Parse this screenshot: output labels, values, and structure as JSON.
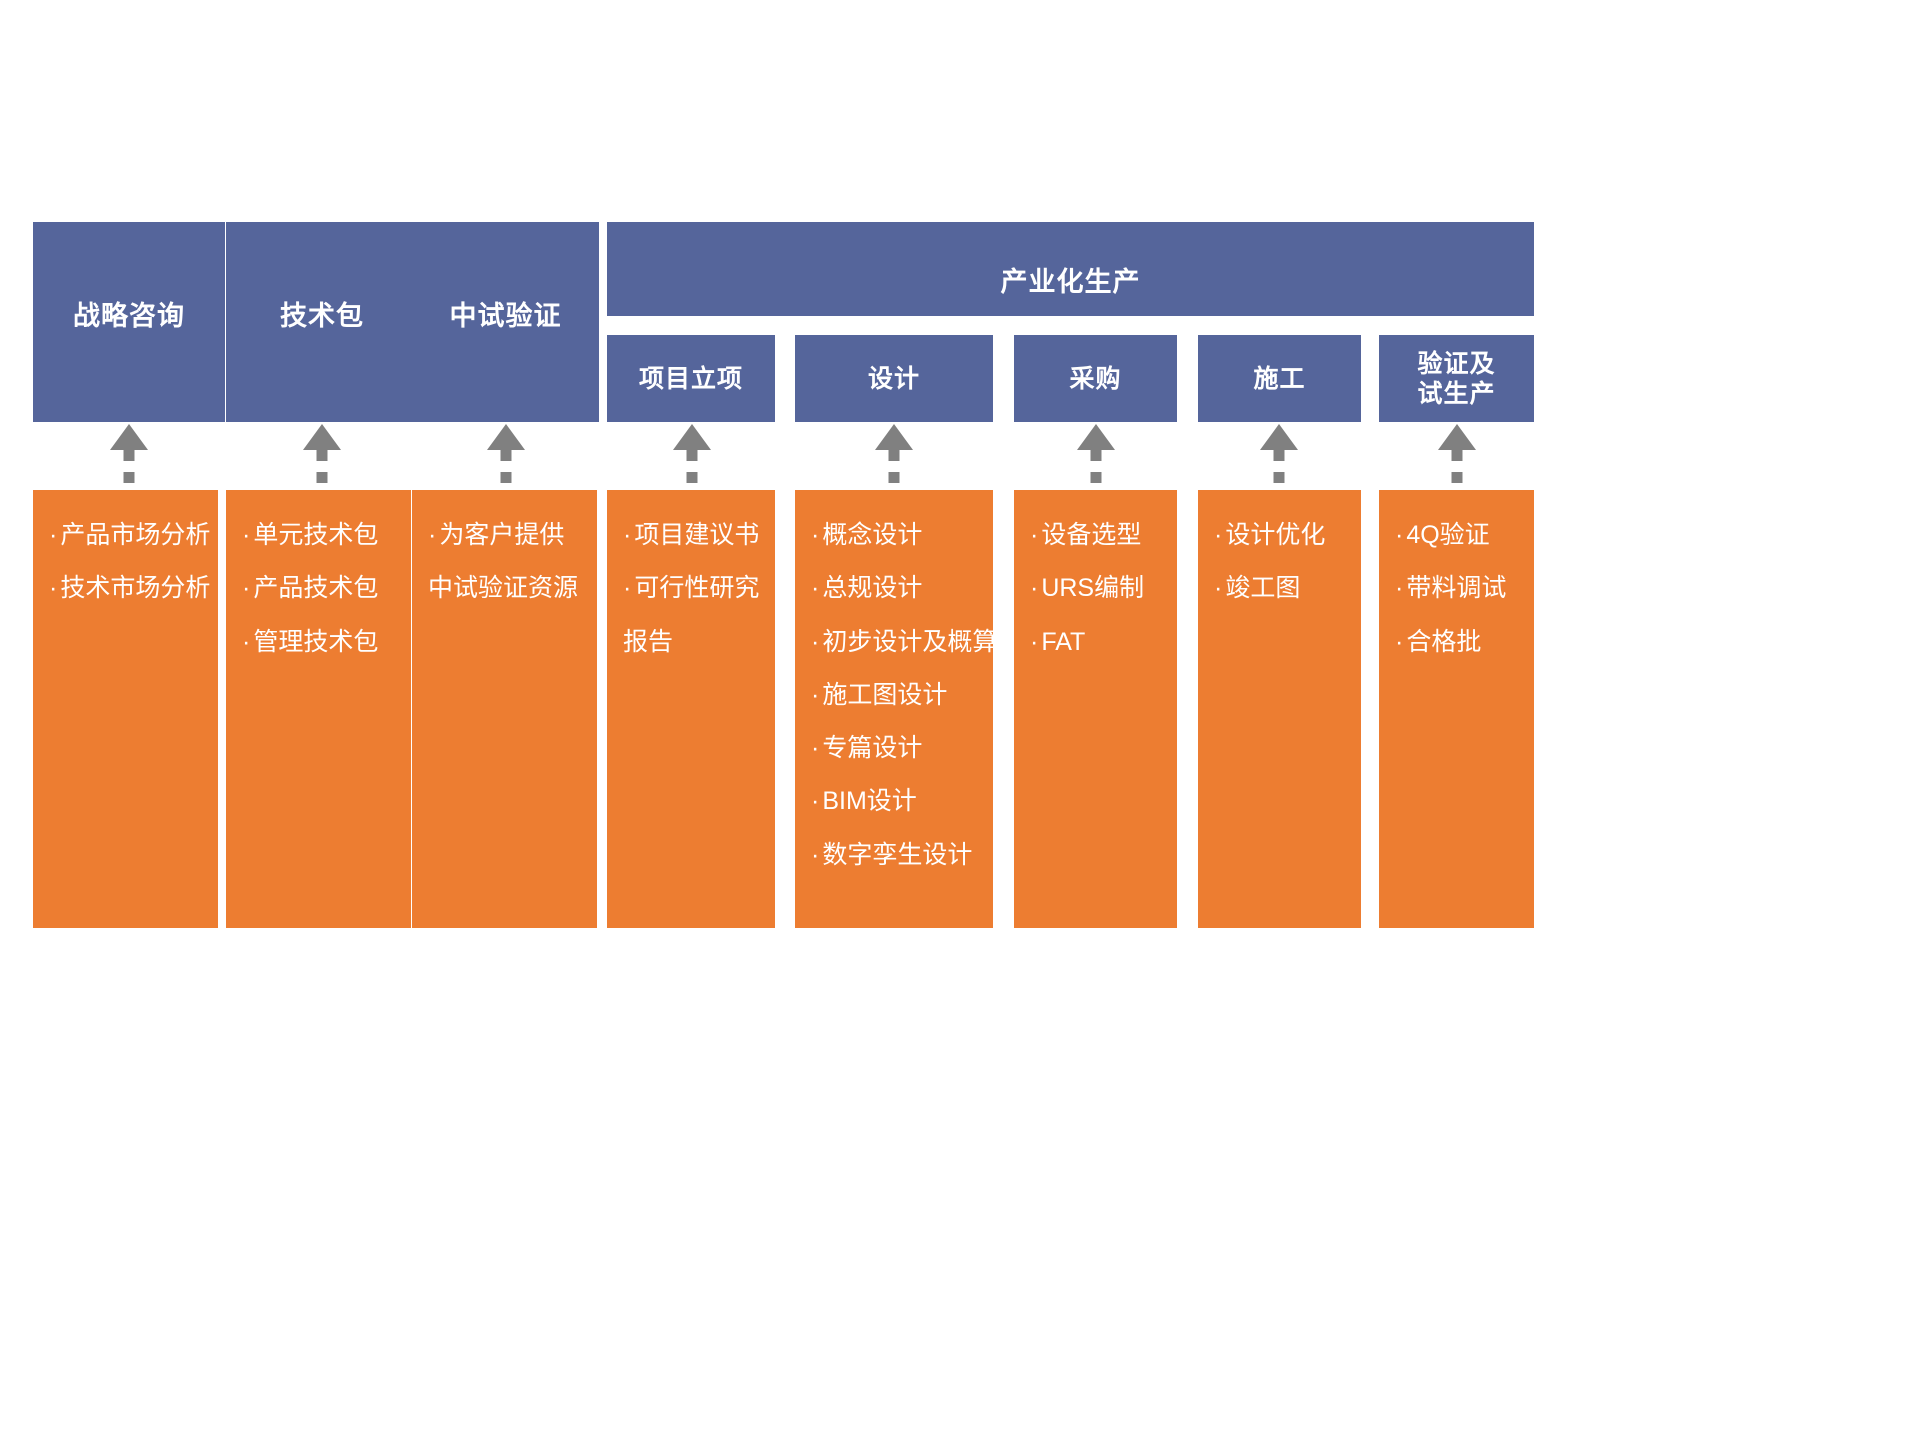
{
  "diagram": {
    "title_bar": {
      "label": "产业化生产"
    },
    "tier1_boxes": [
      {
        "label": "战略咨询"
      },
      {
        "label": "技术包"
      },
      {
        "label": "中试验证"
      }
    ],
    "tier2_boxes": [
      {
        "label": "项目立项"
      },
      {
        "label": "设计"
      },
      {
        "label": "采购"
      },
      {
        "label": "施工"
      },
      {
        "label": "验证及\n试生产",
        "line1": "验证及",
        "line2": "试生产"
      }
    ],
    "columns": [
      {
        "key": "strategy",
        "header": "战略咨询",
        "items": [
          {
            "bullet": "·",
            "text": "产品市场分析"
          },
          {
            "bullet": "·",
            "text": "技术市场分析"
          }
        ]
      },
      {
        "key": "tech-package",
        "header": "技术包",
        "items": [
          {
            "bullet": "·",
            "text": "单元技术包"
          },
          {
            "bullet": "·",
            "text": "产品技术包"
          },
          {
            "bullet": "·",
            "text": "管理技术包"
          }
        ]
      },
      {
        "key": "pilot-validation",
        "header": "中试验证",
        "items": [
          {
            "bullet": "·",
            "text": "为客户提供"
          },
          {
            "bullet": "",
            "text": "中试验证资源"
          }
        ]
      },
      {
        "key": "project-initiation",
        "header": "项目立项",
        "items": [
          {
            "bullet": "·",
            "text": "项目建议书"
          },
          {
            "bullet": "·",
            "text": "可行性研究"
          },
          {
            "bullet": "",
            "text": "报告"
          }
        ]
      },
      {
        "key": "design",
        "header": "设计",
        "items": [
          {
            "bullet": "·",
            "text": "概念设计"
          },
          {
            "bullet": "·",
            "text": "总规设计"
          },
          {
            "bullet": "·",
            "text": "初步设计及概算"
          },
          {
            "bullet": "·",
            "text": "施工图设计"
          },
          {
            "bullet": "·",
            "text": "专篇设计"
          },
          {
            "bullet": "·",
            "text": "BIM设计"
          },
          {
            "bullet": "·",
            "text": "数字孪生设计"
          }
        ]
      },
      {
        "key": "procurement",
        "header": "采购",
        "items": [
          {
            "bullet": "·",
            "text": "设备选型"
          },
          {
            "bullet": "·",
            "text": "URS编制"
          },
          {
            "bullet": "·",
            "text": "FAT"
          }
        ]
      },
      {
        "key": "construction",
        "header": "施工",
        "items": [
          {
            "bullet": "·",
            "text": "设计优化"
          },
          {
            "bullet": "·",
            "text": "竣工图"
          }
        ]
      },
      {
        "key": "validation-trial",
        "header": "验证及试生产",
        "items": [
          {
            "bullet": "·",
            "text": "4Q验证"
          },
          {
            "bullet": "·",
            "text": "带料调试"
          },
          {
            "bullet": "·",
            "text": "合格批"
          }
        ]
      }
    ],
    "colors": {
      "blue": "#55659B",
      "orange": "#ED7D31",
      "arrow_gray": "#808080",
      "background": "#FFFFFF",
      "text_on_fill": "#FFFFFF"
    }
  }
}
